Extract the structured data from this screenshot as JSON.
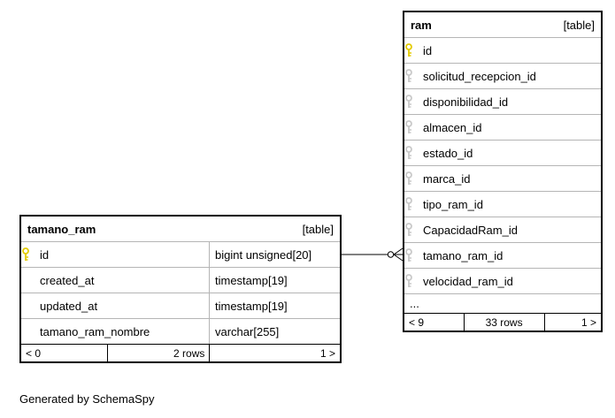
{
  "page": {
    "generated_by": "Generated by SchemaSpy"
  },
  "colors": {
    "primary_key": "#e3cb00",
    "foreign_key": "#c9c9c9",
    "table_border": "#000000"
  },
  "relationship": {
    "from": "tamano_ram.id",
    "to": "ram.tamano_ram_id",
    "cardinality": "zero-or-many"
  },
  "tables": {
    "ram": {
      "title": "ram",
      "tag": "[table]",
      "columns": [
        {
          "name": "id",
          "key": "primary"
        },
        {
          "name": "solicitud_recepcion_id",
          "key": "foreign"
        },
        {
          "name": "disponibilidad_id",
          "key": "foreign"
        },
        {
          "name": "almacen_id",
          "key": "foreign"
        },
        {
          "name": "estado_id",
          "key": "foreign"
        },
        {
          "name": "marca_id",
          "key": "foreign"
        },
        {
          "name": "tipo_ram_id",
          "key": "foreign"
        },
        {
          "name": "CapacidadRam_id",
          "key": "foreign"
        },
        {
          "name": "tamano_ram_id",
          "key": "foreign"
        },
        {
          "name": "velocidad_ram_id",
          "key": "foreign"
        },
        {
          "name": "...",
          "key": "none"
        }
      ],
      "pager": {
        "prev": "< 9",
        "rows": "33 rows",
        "next": "1 >"
      }
    },
    "tamano_ram": {
      "title": "tamano_ram",
      "tag": "[table]",
      "columns": [
        {
          "name": "id",
          "type": "bigint unsigned[20]",
          "key": "primary"
        },
        {
          "name": "created_at",
          "type": "timestamp[19]",
          "key": "none"
        },
        {
          "name": "updated_at",
          "type": "timestamp[19]",
          "key": "none"
        },
        {
          "name": "tamano_ram_nombre",
          "type": "varchar[255]",
          "key": "none"
        }
      ],
      "pager": {
        "prev": "< 0",
        "rows": "2 rows",
        "next": "1 >"
      }
    }
  }
}
